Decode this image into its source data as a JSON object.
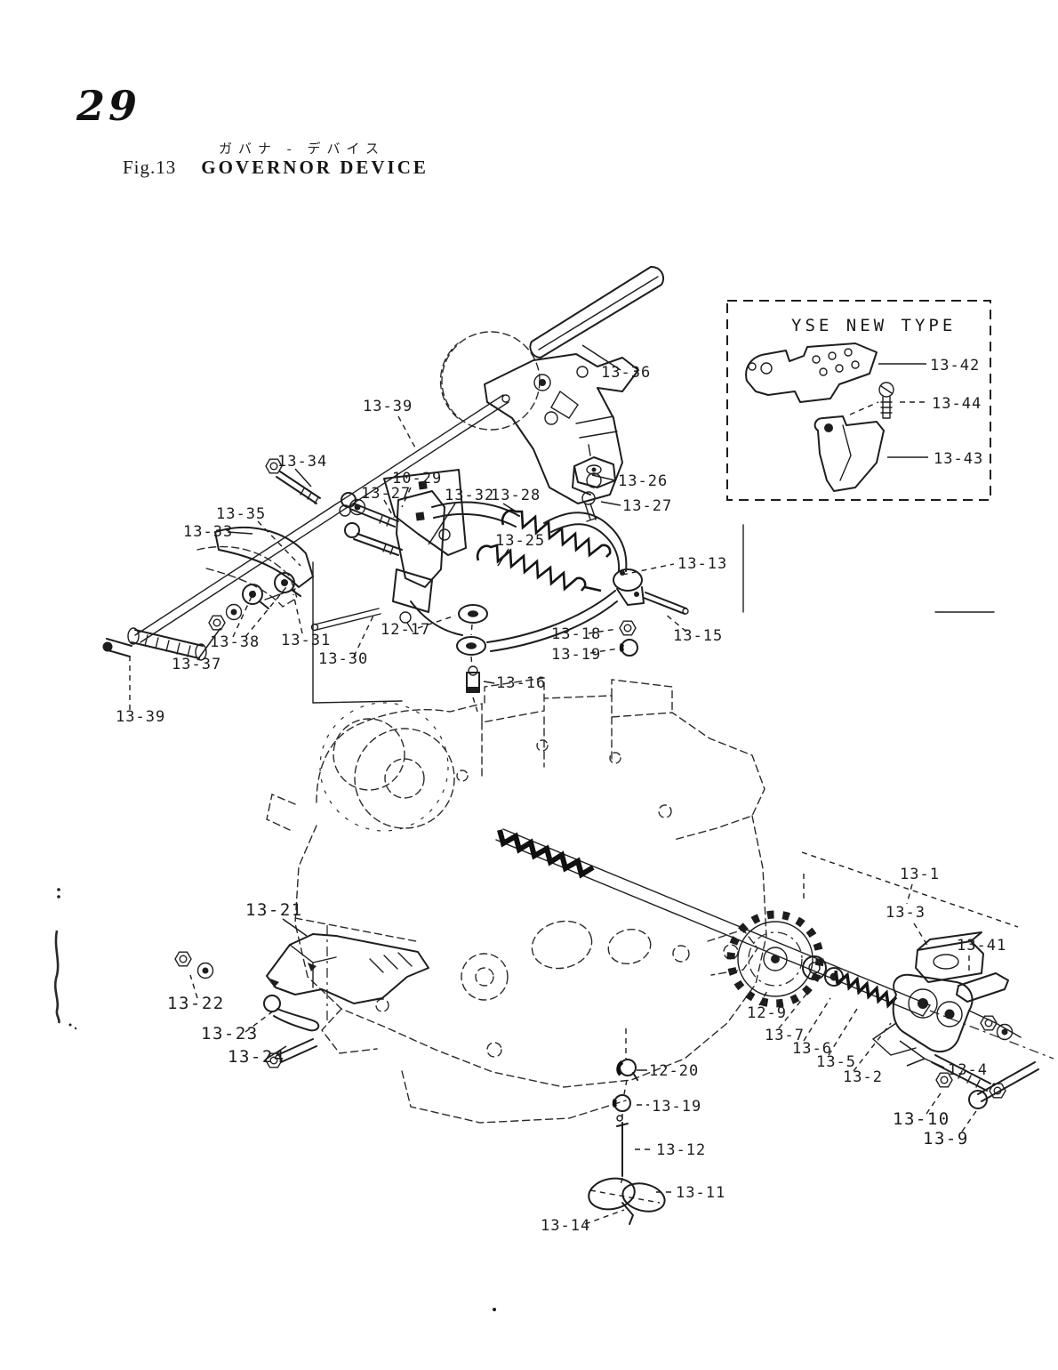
{
  "page": {
    "number": "29",
    "fig": "Fig.13",
    "title_jp": "ガバナ - デバイス",
    "title_en": "GOVERNOR DEVICE"
  },
  "inset": {
    "title": "YSE NEW TYPE",
    "parts": [
      "13-42",
      "13-44",
      "13-43"
    ]
  },
  "diagram": {
    "parts": [
      "13-36",
      "13-39",
      "13-34",
      "10-29",
      "13-27",
      "13-32",
      "13-28",
      "13-26",
      "13-27",
      "13-35",
      "13-33",
      "13-25",
      "13-13",
      "13-38",
      "13-31",
      "12-17",
      "13-18",
      "13-15",
      "13-19",
      "13-37",
      "13-30",
      "13-16",
      "13-39",
      "13-21",
      "13-22",
      "13-23",
      "13-24",
      "13-1",
      "13-3",
      "13-41",
      "12-9",
      "13-7",
      "13-6",
      "13-5",
      "13-2",
      "13-4",
      "13-10",
      "13-9",
      "12-20",
      "13-19",
      "13-12",
      "13-11",
      "13-14"
    ]
  }
}
